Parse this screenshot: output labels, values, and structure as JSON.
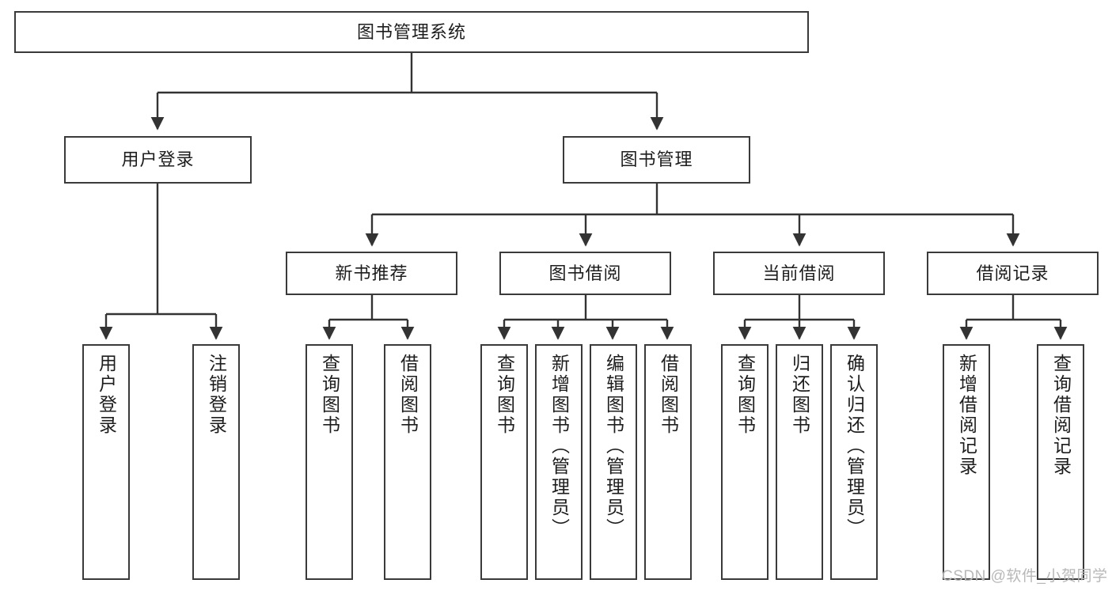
{
  "diagram": {
    "type": "tree-hierarchy",
    "title": "图书管理系统",
    "orientation": "top-down",
    "colors": {
      "box_border": "#3a3a3a",
      "box_fill": "#ffffff",
      "connector": "#333333",
      "text": "#1d1d1d",
      "watermark": "#b8b8b8"
    },
    "levels": [
      {
        "level": 1,
        "nodes": [
          {
            "id": "root",
            "label": "图书管理系统",
            "text_orientation": "horizontal"
          }
        ]
      },
      {
        "level": 2,
        "nodes": [
          {
            "id": "user-login",
            "label": "用户登录",
            "text_orientation": "horizontal"
          },
          {
            "id": "book-manage",
            "label": "图书管理",
            "text_orientation": "horizontal"
          }
        ]
      },
      {
        "level": 3,
        "nodes": [
          {
            "id": "new-book-rec",
            "label": "新书推荐",
            "text_orientation": "horizontal"
          },
          {
            "id": "book-borrow",
            "label": "图书借阅",
            "text_orientation": "horizontal"
          },
          {
            "id": "current-borrow",
            "label": "当前借阅",
            "text_orientation": "horizontal"
          },
          {
            "id": "borrow-record",
            "label": "借阅记录",
            "text_orientation": "horizontal"
          }
        ]
      },
      {
        "level": 4,
        "nodes": [
          {
            "id": "leaf-user-login",
            "label": "用户登录",
            "parent": "user-login",
            "text_orientation": "vertical"
          },
          {
            "id": "leaf-logout",
            "label": "注销登录",
            "parent": "user-login",
            "text_orientation": "vertical"
          },
          {
            "id": "leaf-query-book-1",
            "label": "查询图书",
            "parent": "new-book-rec",
            "text_orientation": "vertical"
          },
          {
            "id": "leaf-borrow-book-1",
            "label": "借阅图书",
            "parent": "new-book-rec",
            "text_orientation": "vertical"
          },
          {
            "id": "leaf-query-book-2",
            "label": "查询图书",
            "parent": "book-borrow",
            "text_orientation": "vertical"
          },
          {
            "id": "leaf-add-book",
            "label": "新增图书（管理员）",
            "parent": "book-borrow",
            "text_orientation": "vertical"
          },
          {
            "id": "leaf-edit-book",
            "label": "编辑图书（管理员）",
            "parent": "book-borrow",
            "text_orientation": "vertical"
          },
          {
            "id": "leaf-borrow-book-2",
            "label": "借阅图书",
            "parent": "book-borrow",
            "text_orientation": "vertical"
          },
          {
            "id": "leaf-query-book-3",
            "label": "查询图书",
            "parent": "current-borrow",
            "text_orientation": "vertical"
          },
          {
            "id": "leaf-return-book",
            "label": "归还图书",
            "parent": "current-borrow",
            "text_orientation": "vertical"
          },
          {
            "id": "leaf-confirm-return",
            "label": "确认归还（管理员）",
            "parent": "current-borrow",
            "text_orientation": "vertical"
          },
          {
            "id": "leaf-add-record",
            "label": "新增借阅记录",
            "parent": "borrow-record",
            "text_orientation": "vertical"
          },
          {
            "id": "leaf-query-record",
            "label": "查询借阅记录",
            "parent": "borrow-record",
            "text_orientation": "vertical"
          }
        ]
      }
    ],
    "edges": [
      {
        "from": "root",
        "to": "user-login"
      },
      {
        "from": "root",
        "to": "book-manage"
      },
      {
        "from": "book-manage",
        "to": "new-book-rec"
      },
      {
        "from": "book-manage",
        "to": "book-borrow"
      },
      {
        "from": "book-manage",
        "to": "current-borrow"
      },
      {
        "from": "book-manage",
        "to": "borrow-record"
      },
      {
        "from": "user-login",
        "to": "leaf-user-login"
      },
      {
        "from": "user-login",
        "to": "leaf-logout"
      },
      {
        "from": "new-book-rec",
        "to": "leaf-query-book-1"
      },
      {
        "from": "new-book-rec",
        "to": "leaf-borrow-book-1"
      },
      {
        "from": "book-borrow",
        "to": "leaf-query-book-2"
      },
      {
        "from": "book-borrow",
        "to": "leaf-add-book"
      },
      {
        "from": "book-borrow",
        "to": "leaf-edit-book"
      },
      {
        "from": "book-borrow",
        "to": "leaf-borrow-book-2"
      },
      {
        "from": "current-borrow",
        "to": "leaf-query-book-3"
      },
      {
        "from": "current-borrow",
        "to": "leaf-return-book"
      },
      {
        "from": "current-borrow",
        "to": "leaf-confirm-return"
      },
      {
        "from": "borrow-record",
        "to": "leaf-add-record"
      },
      {
        "from": "borrow-record",
        "to": "leaf-query-record"
      }
    ]
  },
  "watermark": {
    "text": "CSDN @软件_小贺同学"
  }
}
